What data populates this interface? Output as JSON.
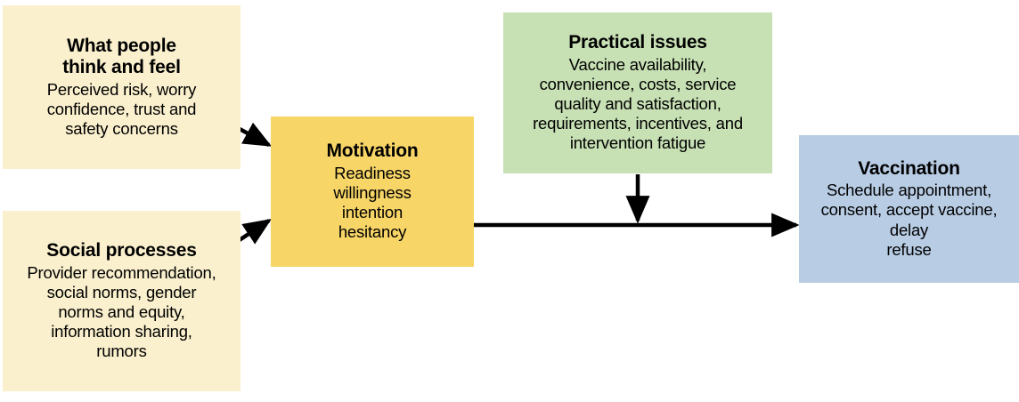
{
  "diagram": {
    "title_semantic": "behavioural-and-social-drivers-of-vaccination-model",
    "background_color": "#ffffff",
    "boxes": [
      {
        "id": "think-feel",
        "title": "What people\nthink and feel",
        "title_line1": "What people",
        "title_line2": "think and feel",
        "body": "Perceived risk, worry\nconfidence, trust and\nsafety concerns",
        "body_line1": "Perceived risk, worry",
        "body_line2": "confidence, trust and",
        "body_line3": "safety concerns",
        "color": "#faf0cd"
      },
      {
        "id": "social",
        "title": "Social processes",
        "body_line1": "Provider recommendation,",
        "body_line2": "social norms, gender",
        "body_line3": "norms and equity,",
        "body_line4": "information sharing,",
        "body_line5": "rumors",
        "color": "#faf0cd"
      },
      {
        "id": "motivation",
        "title": "Motivation",
        "body_line1": "Readiness",
        "body_line2": "willingness",
        "body_line3": "intention",
        "body_line4": "hesitancy",
        "color": "#f7d567"
      },
      {
        "id": "practical",
        "title": "Practical issues",
        "body_line1": "Vaccine availability,",
        "body_line2": "convenience, costs, service",
        "body_line3": "quality and satisfaction,",
        "body_line4": "requirements, incentives, and",
        "body_line5": "intervention fatigue",
        "color": "#c7e0b4"
      },
      {
        "id": "vaccination",
        "title": "Vaccination",
        "body_line1": "Schedule appointment,",
        "body_line2": "consent, accept vaccine,",
        "body_line3": "delay",
        "body_line4": "refuse",
        "color": "#b8cce4"
      }
    ],
    "arrows": [
      {
        "id": "think-feel-to-motivation",
        "from": "think-feel",
        "to": "motivation",
        "direction": "diagonal-down-right"
      },
      {
        "id": "social-to-motivation",
        "from": "social",
        "to": "motivation",
        "direction": "diagonal-up-right"
      },
      {
        "id": "practical-to-main-path",
        "from": "practical",
        "to": "motivation-vaccination-path",
        "direction": "down"
      },
      {
        "id": "motivation-to-vaccination",
        "from": "motivation",
        "to": "vaccination",
        "direction": "right"
      }
    ],
    "arrow_color": "#000000"
  }
}
